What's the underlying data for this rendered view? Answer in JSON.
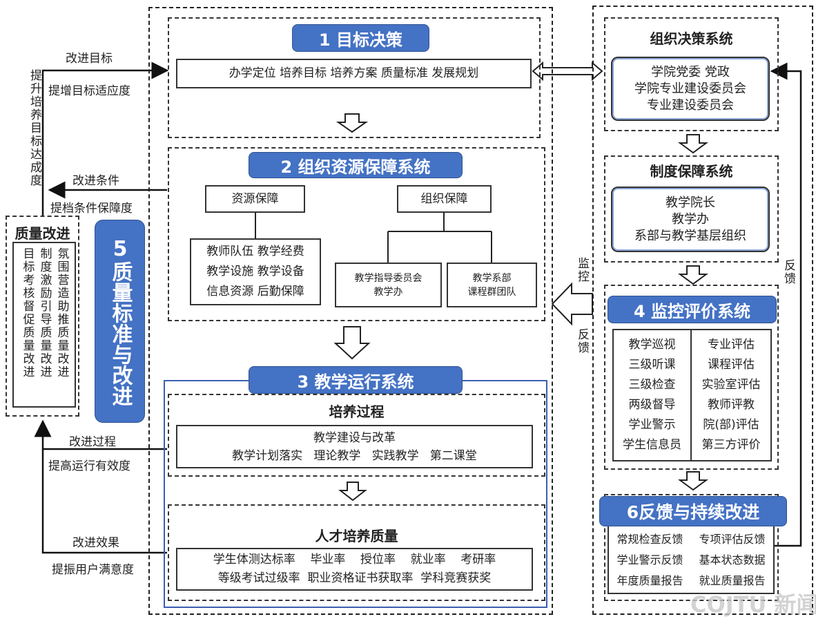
{
  "block1": {
    "title": "1 目标决策",
    "items": "办学定位  培养目标  培养方案  质量标准  发展规划"
  },
  "block2": {
    "title": "2 组织资源保障系统",
    "resource": "资源保障",
    "organization": "组织保障",
    "resource_items": [
      "教师队伍 教学经费",
      "教学设施 教学设备",
      "信息资源 后勤保障"
    ],
    "org_left": [
      "教学指导委员会",
      "教学办"
    ],
    "org_right": [
      "教学系部",
      "课程群团队"
    ]
  },
  "block3": {
    "title": "3 教学运行系统",
    "process_title": "培养过程",
    "process_lines": [
      "教学建设与改革",
      "教学计划落实   理论教学   实践教学   第二课堂"
    ],
    "quality_title": "人才培养质量",
    "quality_lines": [
      "学生体测达标率    毕业率    授位率    就业率    考研率",
      "等级考试过级率  职业资格证书获取率  学科竞赛获奖"
    ]
  },
  "block5": {
    "title": "5质量标准与改进",
    "box_title": "质量改进",
    "columns": [
      "目标考核督促质量改进",
      "制度激励引导质量改进",
      "氛围营造助推质量改进"
    ]
  },
  "left_labels": {
    "improve_goal": "改进目标",
    "goal_adapt": "提增目标适应度",
    "vertical": "提升培养目标达成度",
    "improve_cond": "改进条件",
    "cond": "提档条件保障度",
    "improve_process": "改进过程",
    "process": "提高运行有效度",
    "improve_effect": "改进效果",
    "effect": "提振用户满意度"
  },
  "right": {
    "org_decision": {
      "title": "组织决策系统",
      "lines": [
        "学院党委 党政",
        "学院专业建设委员会",
        "专业建设委员会"
      ]
    },
    "institution": {
      "title": "制度保障系统",
      "lines": [
        "教学院长",
        "教学办",
        "系部与教学基层组织"
      ]
    },
    "monitor": {
      "title": "4 监控评价系统",
      "left": [
        "教学巡视",
        "三级听课",
        "三级检查",
        "两级督导",
        "学业警示",
        "学生信息员"
      ],
      "right": [
        "专业评估",
        "课程评估",
        "实验室评估",
        "教师评教",
        "院(部)评估",
        "第三方评价"
      ]
    },
    "feedback": {
      "title": "6反馈与持续改进",
      "left": [
        "常规检查反馈",
        "学业警示反馈",
        "年度质量报告"
      ],
      "right": [
        "专项评估反馈",
        "基本状态数据",
        "就业质量报告"
      ]
    }
  },
  "mid_labels": {
    "monitor": "监控",
    "feedback": "反馈",
    "right_feedback": "反馈"
  },
  "watermark": "COJTU 新闻"
}
